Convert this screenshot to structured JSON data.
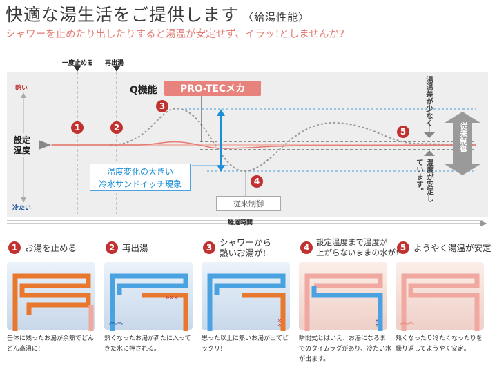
{
  "header": {
    "title": "快適な湯生活をご提供します",
    "title_suffix": "〈給湯性能〉",
    "subtitle": "シャワーを止めたり出したりすると湯温が安定せず、イラッ!としませんか?"
  },
  "chart": {
    "top_labels": {
      "stop": "一度止める",
      "restart": "再出湯"
    },
    "y_top": "熱い",
    "y_bottom": "冷たい",
    "y_set": "設定温度",
    "x_label": "経過時間",
    "q_label": "Q機能",
    "protec_label": "PRO-TECメカ",
    "sandwich_line1": "温度変化の大きい",
    "sandwich_line2": "冷水サンドイッチ現象",
    "conventional_box": "従来制御",
    "diff_small": "湯温差が少なく",
    "stable": "温度が安定しています。",
    "conventional_bar": "従来制御",
    "markers": [
      "1",
      "2",
      "3",
      "4",
      "5"
    ]
  },
  "steps": [
    {
      "num": "1",
      "title": "お湯を止める",
      "desc": "缶体に残ったお湯が余熱でどんどん高温に!"
    },
    {
      "num": "2",
      "title": "再出湯",
      "desc": "熱くなったお湯が新たに入ってきた水に押される。"
    },
    {
      "num": "3",
      "title_line1": "シャワーから",
      "title_line2": "熱いお湯が!",
      "desc": "思った以上に熱いお湯が出てビックリ!"
    },
    {
      "num": "4",
      "title_line1": "設定温度まで温度が",
      "title_line2": "上がらないままの水が!",
      "desc": "瞬間式とはいえ、お湯になるまでのタイムラグがあり、冷たい水が出ます。"
    },
    {
      "num": "5",
      "title": "ようやく湯温が安定",
      "desc": "熱くなったり冷たくなったりを繰り返してようやく安定。"
    }
  ],
  "colors": {
    "accent_red": "#c0312f",
    "hot": "#e8782e",
    "cold": "#4aa3e0",
    "pink": "#f0a8a0",
    "blue_dark": "#1a50a0"
  }
}
